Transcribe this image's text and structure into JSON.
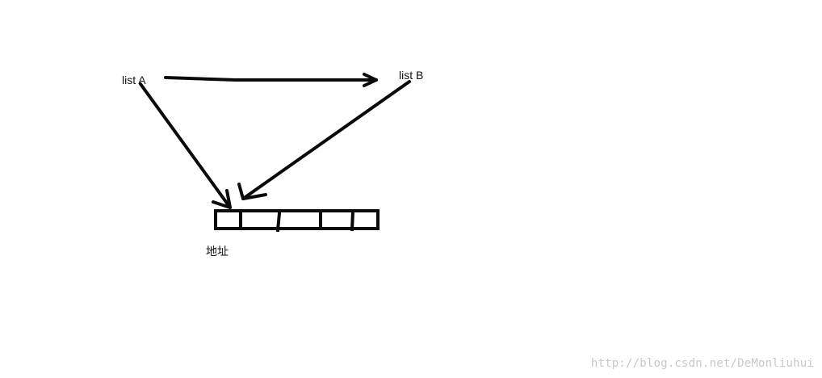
{
  "diagram": {
    "nodes": {
      "list_a": "list A",
      "list_b": "list B",
      "address": "地址"
    },
    "edges": [
      {
        "from": "list A",
        "to": "list B"
      },
      {
        "from": "list A",
        "to": "地址"
      },
      {
        "from": "list B",
        "to": "地址"
      }
    ],
    "memory_cells": 5
  },
  "watermark": "http://blog.csdn.net/DeMonliuhui",
  "colors": {
    "ink": "#0a0a0a",
    "watermark": "#c8c8c8",
    "background": "#ffffff"
  }
}
